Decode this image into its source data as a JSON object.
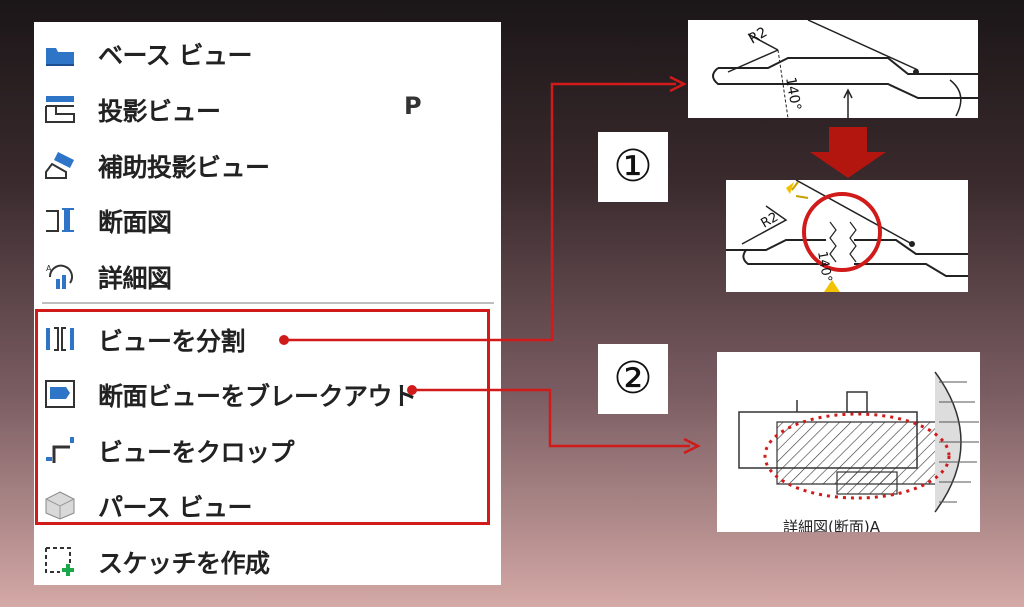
{
  "menu": {
    "items": [
      {
        "label": "ベース ビュー",
        "icon": "base-view-icon",
        "shortcut": ""
      },
      {
        "label": "投影ビュー",
        "icon": "projected-view-icon",
        "shortcut": "P"
      },
      {
        "label": "補助投影ビュー",
        "icon": "auxiliary-view-icon",
        "shortcut": ""
      },
      {
        "label": "断面図",
        "icon": "section-view-icon",
        "shortcut": ""
      },
      {
        "label": "詳細図",
        "icon": "detail-view-icon",
        "shortcut": ""
      },
      {
        "label": "ビューを分割",
        "icon": "break-view-icon",
        "shortcut": ""
      },
      {
        "label": "断面ビューをブレークアウト",
        "icon": "breakout-view-icon",
        "shortcut": ""
      },
      {
        "label": "ビューをクロップ",
        "icon": "crop-view-icon",
        "shortcut": ""
      },
      {
        "label": "パース ビュー",
        "icon": "perspective-view-icon",
        "shortcut": ""
      },
      {
        "label": "スケッチを作成",
        "icon": "create-sketch-icon",
        "shortcut": ""
      }
    ]
  },
  "callouts": {
    "one": "①",
    "two": "②"
  },
  "drawings": {
    "angle_label": "140°",
    "radius_label": "R2",
    "detail_caption": "詳細図(断面)A"
  },
  "colors": {
    "highlight": "#d11a1a",
    "arrow_dark": "#b3150f",
    "icon_blue": "#2e75c8"
  }
}
